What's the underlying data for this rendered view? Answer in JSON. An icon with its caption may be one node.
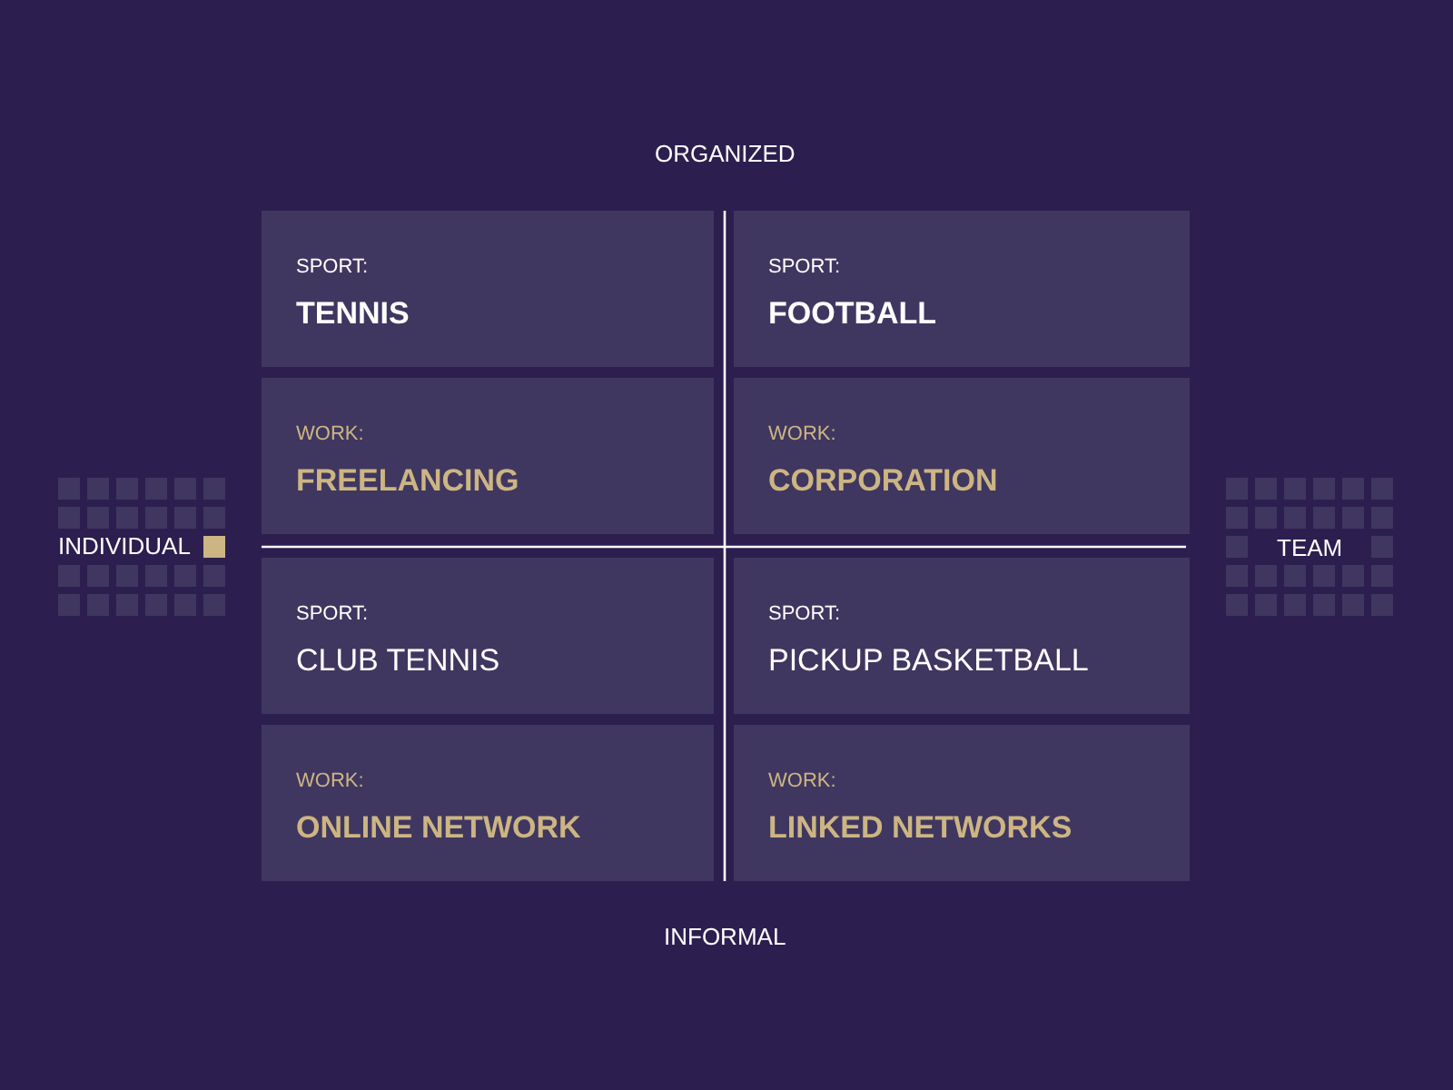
{
  "diagram": {
    "nodes": [
      {
        "text": [
          "SPORT:",
          "TENNIS"
        ]
      },
      {
        "text": [
          "SPORT:",
          "FOOTBALL"
        ]
      },
      {
        "text": [
          "WORK:",
          "FREELANCING"
        ]
      },
      {
        "text": [
          "WORK:",
          "CORPORATION"
        ]
      },
      {
        "text": [
          "SPORT:",
          "CLUB TENNIS"
        ]
      },
      {
        "text": [
          "SPORT:",
          "PICKUP BASKETBALL"
        ]
      },
      {
        "text": [
          "WORK:",
          "ONLINE NETWORK"
        ]
      },
      {
        "text": [
          "WORK:",
          "LINKED NETWORKS"
        ]
      }
    ],
    "labels": [
      "ORGANIZED",
      "INDIVIDUAL",
      "TEAM",
      "INFORMAL"
    ]
  }
}
